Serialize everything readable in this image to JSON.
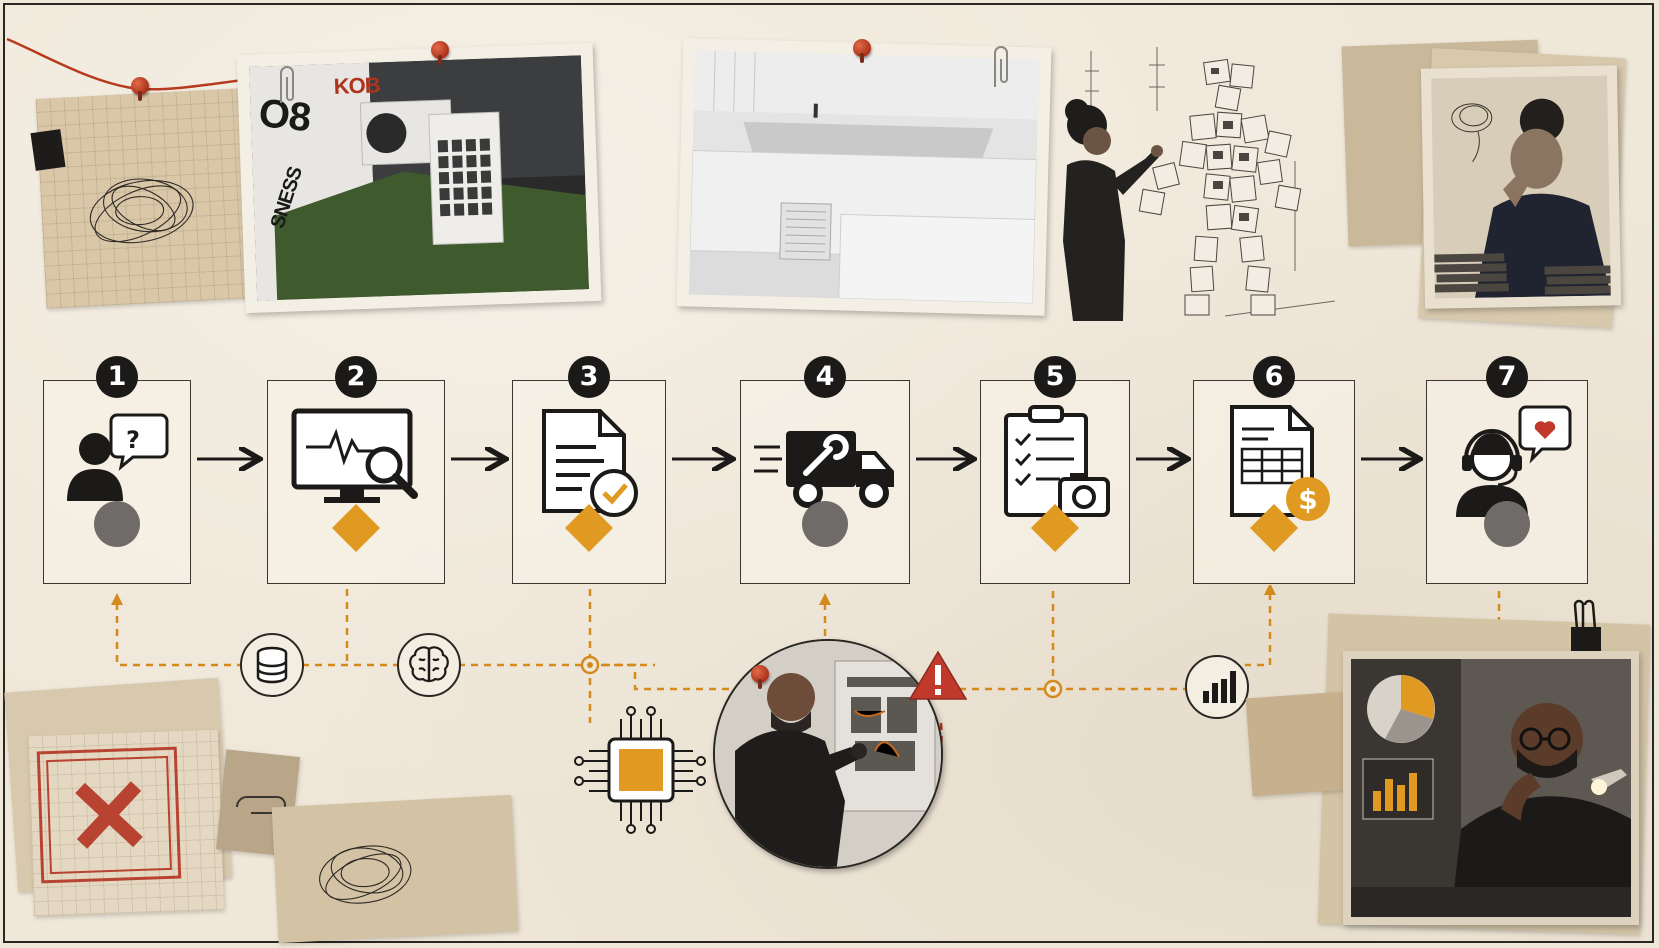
{
  "steps": [
    {
      "number": "1",
      "icon": "customer-question-icon",
      "status": "gray-circle"
    },
    {
      "number": "2",
      "icon": "monitor-diagnostics-icon",
      "status": "orange-diamond"
    },
    {
      "number": "3",
      "icon": "approved-document-icon",
      "status": "orange-diamond"
    },
    {
      "number": "4",
      "icon": "service-truck-icon",
      "status": "gray-circle"
    },
    {
      "number": "5",
      "icon": "clipboard-camera-icon",
      "status": "orange-diamond"
    },
    {
      "number": "6",
      "icon": "invoice-dollar-icon",
      "status": "orange-diamond"
    },
    {
      "number": "7",
      "icon": "support-agent-heart-icon",
      "status": "gray-circle"
    }
  ],
  "photo_sign": {
    "line1": "KOB",
    "line2": "O8",
    "line3": "SNESS"
  },
  "colors": {
    "accent_orange": "#e09a22",
    "status_gray": "#6f6b68",
    "ink": "#1c1a18",
    "alert_red": "#c0392b",
    "pin_red": "#b83a1e",
    "paper": "#efe7d8"
  },
  "bottom_icons": [
    "database-icon",
    "brain-icon",
    "ai-chip-icon",
    "warning-icon",
    "bar-chart-icon",
    "red-x-icon"
  ]
}
